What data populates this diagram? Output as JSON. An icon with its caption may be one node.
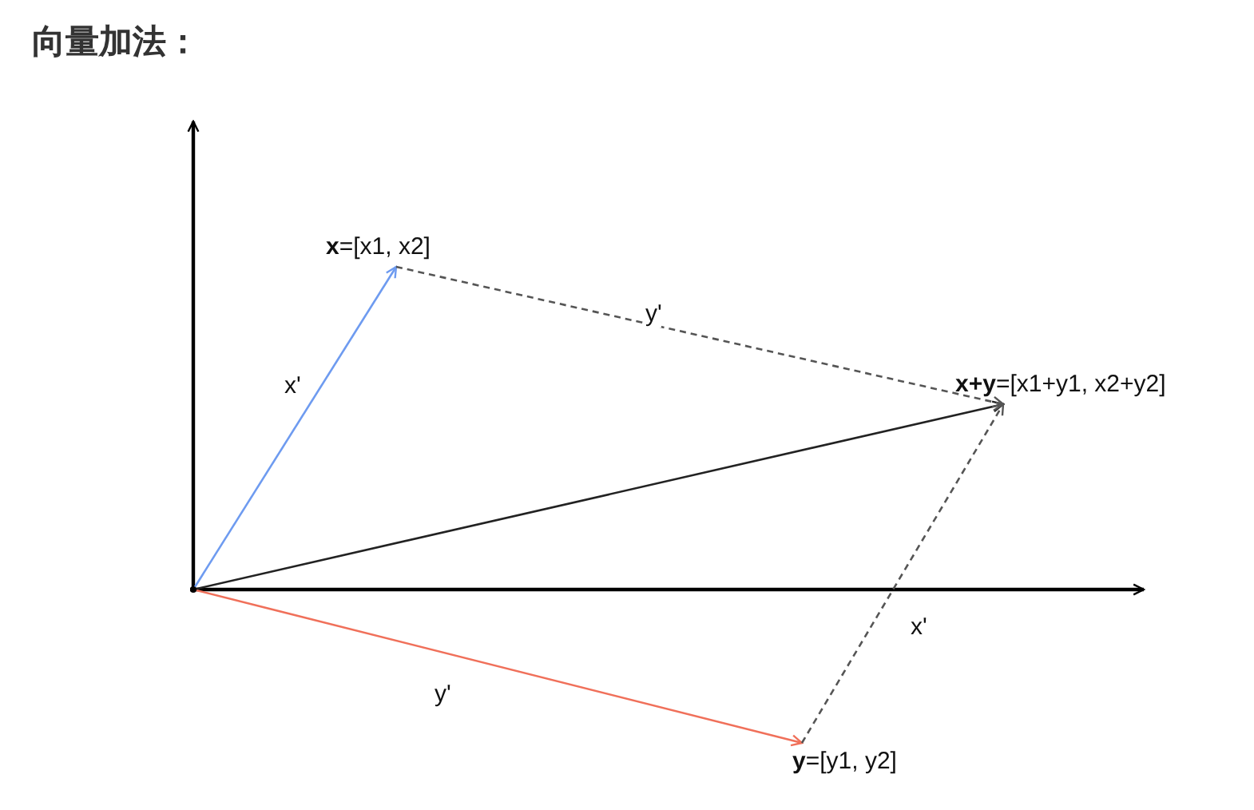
{
  "diagram": {
    "title": "向量加法：",
    "nodes": [
      {
        "text": [],
        "shape": "point"
      },
      {
        "text": [
          "**x**=[x1, x2]"
        ]
      },
      {
        "text": [
          "**x+y**=[x1+y1, x2+y2]"
        ]
      },
      {
        "text": [
          "**y**=[y1, y2]"
        ]
      }
    ],
    "edges": [
      {
        "from": 0,
        "to": 1,
        "arrow": "to",
        "label": "x'",
        "color": "#6e9bf0"
      },
      {
        "from": 0,
        "to": 3,
        "arrow": "to",
        "label": "y'",
        "color": "#f0705a"
      },
      {
        "from": 0,
        "to": 2,
        "arrow": "to"
      },
      {
        "from": 1,
        "to": 2,
        "arrow": "to",
        "label": "y'",
        "style": "dashed"
      },
      {
        "from": 3,
        "to": 2,
        "arrow": "to",
        "label": "x'",
        "style": "dashed"
      }
    ]
  }
}
